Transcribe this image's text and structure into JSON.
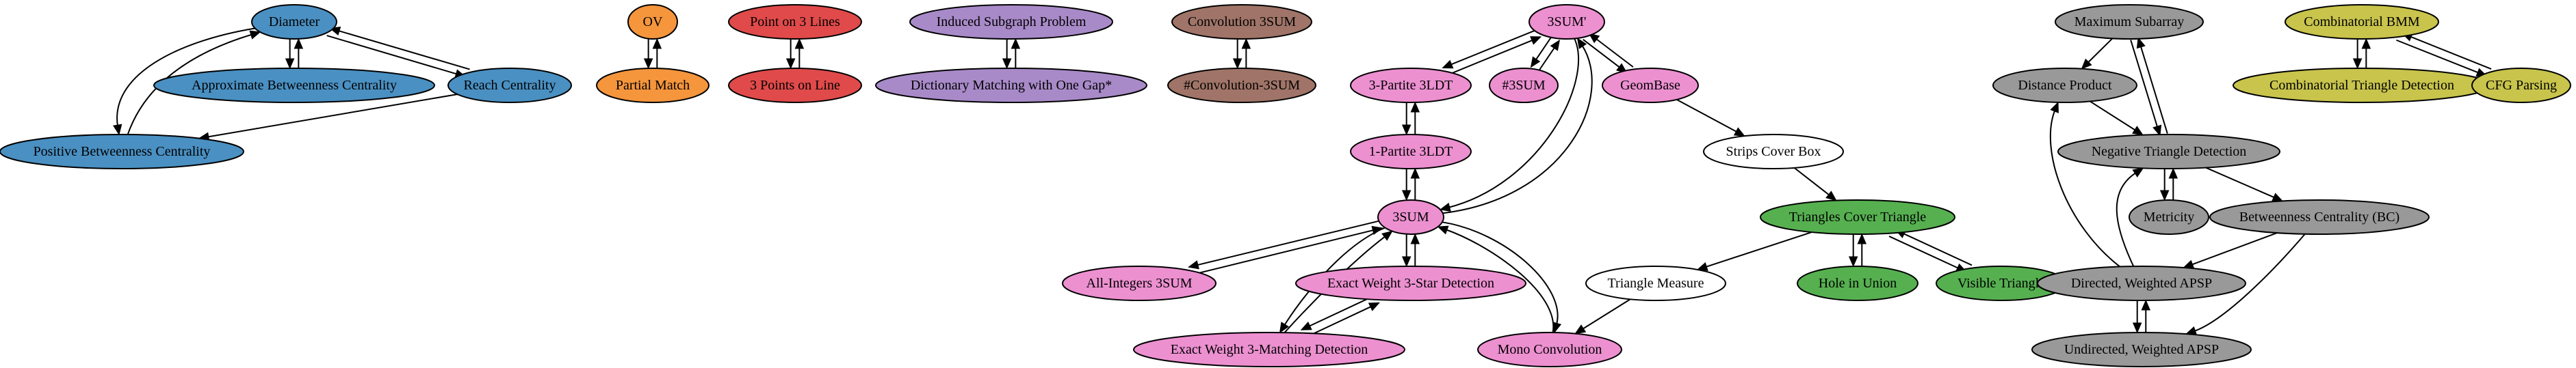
{
  "colors": {
    "blue": "#4a90c2",
    "orange": "#f5953c",
    "red": "#e04a4a",
    "purple": "#a88ac8",
    "brown": "#a07468",
    "pink": "#ec90d0",
    "white": "#ffffff",
    "green": "#56b050",
    "gray": "#999999",
    "olive": "#c8c44c"
  },
  "nodes": [
    {
      "id": "diameter",
      "label": "Diameter",
      "color": "blue"
    },
    {
      "id": "approx_bc",
      "label": "Approximate Betweenness Centrality",
      "color": "blue"
    },
    {
      "id": "reach",
      "label": "Reach Centrality",
      "color": "blue"
    },
    {
      "id": "pos_bc",
      "label": "Positive Betweenness Centrality",
      "color": "blue"
    },
    {
      "id": "ov",
      "label": "OV",
      "color": "orange"
    },
    {
      "id": "partial",
      "label": "Partial Match",
      "color": "orange"
    },
    {
      "id": "p3lines",
      "label": "Point on 3 Lines",
      "color": "red"
    },
    {
      "id": "pts3line",
      "label": "3 Points on Line",
      "color": "red"
    },
    {
      "id": "induced",
      "label": "Induced Subgraph Problem",
      "color": "purple"
    },
    {
      "id": "dict",
      "label": "Dictionary Matching with One Gap*",
      "color": "purple"
    },
    {
      "id": "conv3sum",
      "label": "Convolution 3SUM",
      "color": "brown"
    },
    {
      "id": "sharpconv",
      "label": "#Convolution-3SUM",
      "color": "brown"
    },
    {
      "id": "sum3p",
      "label": "3SUM'",
      "color": "pink"
    },
    {
      "id": "tri3ldt",
      "label": "3-Partite 3LDT",
      "color": "pink"
    },
    {
      "id": "sharp3sum",
      "label": "#3SUM",
      "color": "pink"
    },
    {
      "id": "geombase",
      "label": "GeomBase",
      "color": "pink"
    },
    {
      "id": "one3ldt",
      "label": "1-Partite 3LDT",
      "color": "pink"
    },
    {
      "id": "sum3",
      "label": "3SUM",
      "color": "pink"
    },
    {
      "id": "allint",
      "label": "All-Integers 3SUM",
      "color": "pink"
    },
    {
      "id": "ew3star",
      "label": "Exact Weight 3-Star Detection",
      "color": "pink"
    },
    {
      "id": "ew3match",
      "label": "Exact Weight 3-Matching Detection",
      "color": "pink"
    },
    {
      "id": "monoconv",
      "label": "Mono Convolution",
      "color": "pink"
    },
    {
      "id": "strips",
      "label": "Strips Cover Box",
      "color": "white"
    },
    {
      "id": "trimeas",
      "label": "Triangle Measure",
      "color": "white"
    },
    {
      "id": "tricover",
      "label": "Triangles Cover Triangle",
      "color": "green"
    },
    {
      "id": "hole",
      "label": "Hole in Union",
      "color": "green"
    },
    {
      "id": "visible",
      "label": "Visible Triangle",
      "color": "green"
    },
    {
      "id": "maxsub",
      "label": "Maximum Subarray",
      "color": "gray"
    },
    {
      "id": "distprod",
      "label": "Distance Product",
      "color": "gray"
    },
    {
      "id": "negtri",
      "label": "Negative Triangle Detection",
      "color": "gray"
    },
    {
      "id": "metricity",
      "label": "Metricity",
      "color": "gray"
    },
    {
      "id": "bc",
      "label": "Betweenness Centrality (BC)",
      "color": "gray"
    },
    {
      "id": "dirapsp",
      "label": "Directed, Weighted APSP",
      "color": "gray"
    },
    {
      "id": "undirapsp",
      "label": "Undirected, Weighted APSP",
      "color": "gray"
    },
    {
      "id": "combbmm",
      "label": "Combinatorial BMM",
      "color": "olive"
    },
    {
      "id": "combtri",
      "label": "Combinatorial Triangle Detection",
      "color": "olive"
    },
    {
      "id": "cfg",
      "label": "CFG Parsing",
      "color": "olive"
    }
  ],
  "edges": [
    {
      "from": "diameter",
      "to": "approx_bc"
    },
    {
      "from": "approx_bc",
      "to": "diameter"
    },
    {
      "from": "diameter",
      "to": "reach"
    },
    {
      "from": "reach",
      "to": "diameter"
    },
    {
      "from": "diameter",
      "to": "pos_bc"
    },
    {
      "from": "pos_bc",
      "to": "diameter"
    },
    {
      "from": "reach",
      "to": "pos_bc"
    },
    {
      "from": "ov",
      "to": "partial"
    },
    {
      "from": "partial",
      "to": "ov"
    },
    {
      "from": "p3lines",
      "to": "pts3line"
    },
    {
      "from": "pts3line",
      "to": "p3lines"
    },
    {
      "from": "induced",
      "to": "dict"
    },
    {
      "from": "dict",
      "to": "induced"
    },
    {
      "from": "conv3sum",
      "to": "sharpconv"
    },
    {
      "from": "sharpconv",
      "to": "conv3sum"
    },
    {
      "from": "sum3p",
      "to": "tri3ldt"
    },
    {
      "from": "tri3ldt",
      "to": "sum3p"
    },
    {
      "from": "sum3p",
      "to": "sharp3sum"
    },
    {
      "from": "sharp3sum",
      "to": "sum3p"
    },
    {
      "from": "sum3p",
      "to": "geombase"
    },
    {
      "from": "geombase",
      "to": "sum3p"
    },
    {
      "from": "sum3p",
      "to": "sum3"
    },
    {
      "from": "sum3",
      "to": "sum3p"
    },
    {
      "from": "tri3ldt",
      "to": "one3ldt"
    },
    {
      "from": "one3ldt",
      "to": "tri3ldt"
    },
    {
      "from": "one3ldt",
      "to": "sum3"
    },
    {
      "from": "sum3",
      "to": "one3ldt"
    },
    {
      "from": "sum3",
      "to": "allint"
    },
    {
      "from": "allint",
      "to": "sum3"
    },
    {
      "from": "sum3",
      "to": "ew3star"
    },
    {
      "from": "ew3star",
      "to": "sum3"
    },
    {
      "from": "sum3",
      "to": "ew3match"
    },
    {
      "from": "ew3match",
      "to": "sum3"
    },
    {
      "from": "ew3star",
      "to": "ew3match"
    },
    {
      "from": "ew3match",
      "to": "ew3star"
    },
    {
      "from": "sum3",
      "to": "monoconv"
    },
    {
      "from": "monoconv",
      "to": "sum3"
    },
    {
      "from": "geombase",
      "to": "strips"
    },
    {
      "from": "strips",
      "to": "tricover"
    },
    {
      "from": "tricover",
      "to": "trimeas"
    },
    {
      "from": "trimeas",
      "to": "monoconv"
    },
    {
      "from": "tricover",
      "to": "hole"
    },
    {
      "from": "hole",
      "to": "tricover"
    },
    {
      "from": "tricover",
      "to": "visible"
    },
    {
      "from": "visible",
      "to": "tricover"
    },
    {
      "from": "maxsub",
      "to": "distprod"
    },
    {
      "from": "maxsub",
      "to": "negtri"
    },
    {
      "from": "negtri",
      "to": "maxsub"
    },
    {
      "from": "distprod",
      "to": "negtri"
    },
    {
      "from": "negtri",
      "to": "metricity"
    },
    {
      "from": "metricity",
      "to": "negtri"
    },
    {
      "from": "negtri",
      "to": "bc"
    },
    {
      "from": "bc",
      "to": "dirapsp"
    },
    {
      "from": "bc",
      "to": "undirapsp"
    },
    {
      "from": "dirapsp",
      "to": "distprod"
    },
    {
      "from": "dirapsp",
      "to": "negtri"
    },
    {
      "from": "dirapsp",
      "to": "undirapsp"
    },
    {
      "from": "undirapsp",
      "to": "dirapsp"
    },
    {
      "from": "combbmm",
      "to": "combtri"
    },
    {
      "from": "combtri",
      "to": "combbmm"
    },
    {
      "from": "combbmm",
      "to": "cfg"
    },
    {
      "from": "cfg",
      "to": "combbmm"
    }
  ]
}
